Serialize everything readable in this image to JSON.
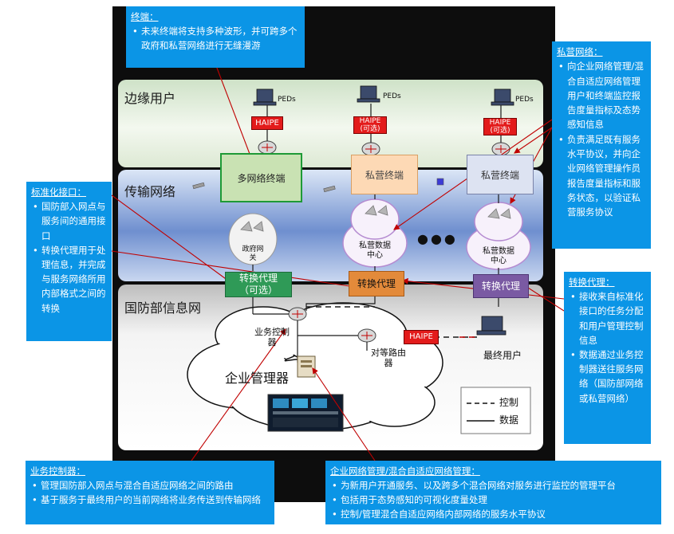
{
  "bands": {
    "edge_users": "边缘用户",
    "transport_network": "传输网络",
    "dod_network": "国防部信息网"
  },
  "callouts": {
    "terminal": {
      "title": "终端：",
      "items": [
        "未来终端将支持多种波形，并可跨多个政府和私营网络进行无缝漫游"
      ]
    },
    "private_network": {
      "title": "私营网络：",
      "items": [
        "向企业网络管理/混合自适应网络管理用户和终端监控报告度量指标及态势感知信息",
        "负责满足既有服务水平协议，并向企业网络管理操作员报告度量指标和服务状态，以验证私营服务协议"
      ]
    },
    "std_interface": {
      "title": "标准化接口：",
      "items": [
        "国防部入网点与服务间的通用接口",
        "转换代理用于处理信息，并完成与服务网络所用内部格式之间的转换"
      ]
    },
    "conversion_proxy": {
      "title": "转换代理：",
      "items": [
        "接收来自标准化接口的任务分配和用户管理控制信息",
        "数据通过业务控制器送往服务网络（国防部网络或私营网络）"
      ]
    },
    "business_controller": {
      "title": "业务控制器：",
      "items": [
        "管理国防部入网点与混合自适应网络之间的路由",
        "基于服务于最终用户的当前网络将业务传送到传输网络"
      ]
    },
    "enterprise_mgmt": {
      "title": "企业网络管理/混合自适应网络管理：",
      "items": [
        "为新用户开通服务、以及跨多个混合网络对服务进行监控的管理平台",
        "包括用于态势感知的可视化度量处理",
        "控制/管理混合自适应网络内部网络的服务水平协议"
      ]
    }
  },
  "nodes": {
    "peds": "PEDs",
    "haipe": "HAIPE",
    "haipe_optional": "(可选)",
    "multi_terminal": "多网络终端",
    "private_terminal": "私营终端",
    "gov_gateway": "政府网关",
    "private_dc": "私营数据中心",
    "proxy": "转换代理",
    "proxy_optional": "（可选）",
    "business_controller": "业务控制器",
    "peer_router": "对等路由器",
    "end_user": "最终用户",
    "enterprise_manager": "企业管理器",
    "ellipsis": "●●●"
  },
  "legend": {
    "control": "控制",
    "data": "数据"
  },
  "colors": {
    "callout": "#0b95e6",
    "haipe": "#e31b1b",
    "arrow": "#c00000"
  }
}
